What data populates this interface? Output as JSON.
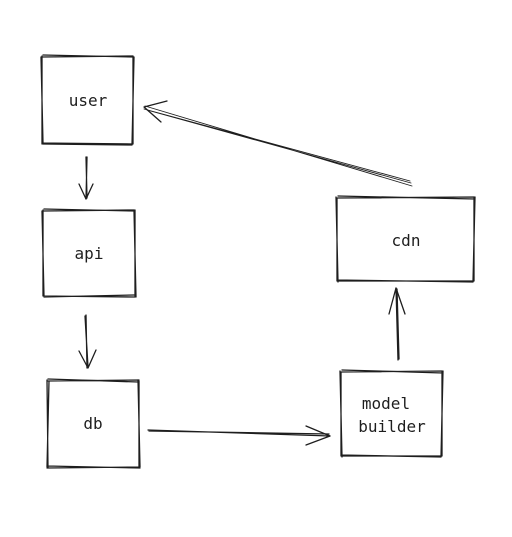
{
  "nodes": {
    "user": {
      "label": "user"
    },
    "api": {
      "label": "api"
    },
    "db": {
      "label": "db"
    },
    "model_builder": {
      "label_line1": "model",
      "label_line2": "builder"
    },
    "cdn": {
      "label": "cdn"
    }
  },
  "edges": [
    {
      "from": "user",
      "to": "api"
    },
    {
      "from": "api",
      "to": "db"
    },
    {
      "from": "db",
      "to": "model builder"
    },
    {
      "from": "model builder",
      "to": "cdn"
    },
    {
      "from": "cdn",
      "to": "user"
    }
  ],
  "colors": {
    "stroke": "#1e1e1e",
    "background": "#ffffff"
  }
}
